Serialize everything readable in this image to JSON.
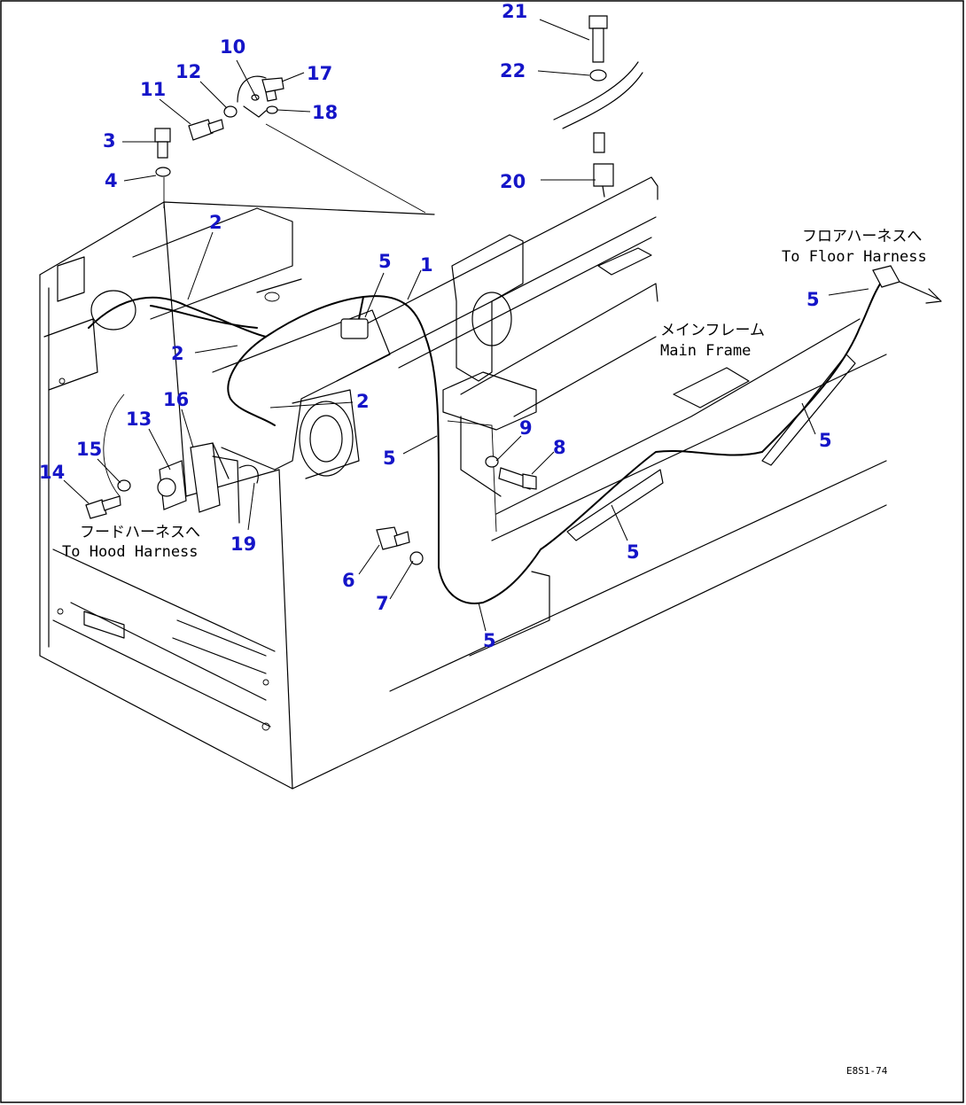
{
  "callouts": {
    "c1": "1",
    "c2": "2",
    "c3": "3",
    "c4": "4",
    "c5": "5",
    "c6": "6",
    "c7": "7",
    "c8": "8",
    "c9": "9",
    "c10": "10",
    "c11": "11",
    "c12": "12",
    "c13": "13",
    "c14": "14",
    "c15": "15",
    "c16": "16",
    "c17": "17",
    "c18": "18",
    "c19": "19",
    "c20": "20",
    "c21": "21",
    "c22": "22"
  },
  "notes": {
    "floor_harness_jp": "フロアハーネスへ",
    "floor_harness_en": "To Floor Harness",
    "main_frame_jp": "メインフレーム",
    "main_frame_en": "Main Frame",
    "hood_harness_jp": "フードハーネスへ",
    "hood_harness_en": "To Hood Harness"
  },
  "drawing_code": "E8S1-74"
}
